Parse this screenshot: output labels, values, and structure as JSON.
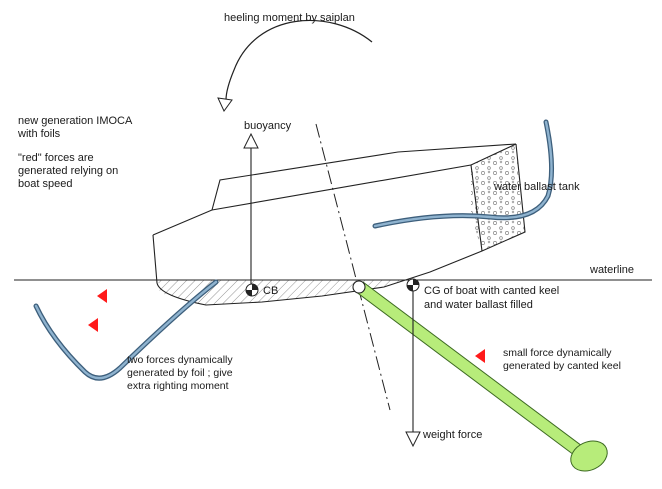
{
  "colors": {
    "line": "#222222",
    "foil": "#5b86a8",
    "foil_light": "#cfe0ee",
    "keel": "#b7ec7a",
    "keel_edge": "#3d6a22",
    "force_red": "#ff1a1a",
    "hatch": "#777777",
    "background": "#ffffff"
  },
  "icons": {
    "cb_marker": "center-of-buoyancy-symbol",
    "cg_marker": "center-of-gravity-symbol",
    "pivot": "keel-pivot-circle",
    "arrow_heel": "curved-arrow",
    "arrow_up": "up-arrow",
    "arrow_down": "down-arrow"
  },
  "labels": {
    "heeling_moment": "heeling moment by saiplan",
    "title_line1": "new generation IMOCA",
    "title_line2": "with foils",
    "red_line1": "\"red\" forces are",
    "red_line2": "generated relying on",
    "red_line3": "boat speed",
    "buoyancy": "buoyancy",
    "water_ballast": "water ballast tank",
    "waterline": "waterline",
    "cb": "CB",
    "cg_line1": "CG of boat with canted keel",
    "cg_line2": "and water ballast filled",
    "foil_forces_line1": "two forces dynamically",
    "foil_forces_line2": "generated by foil ; give",
    "foil_forces_line3": "extra righting moment",
    "keel_force_line1": "small force dynamically",
    "keel_force_line2": "generated by canted keel",
    "weight_force": "weight force"
  }
}
